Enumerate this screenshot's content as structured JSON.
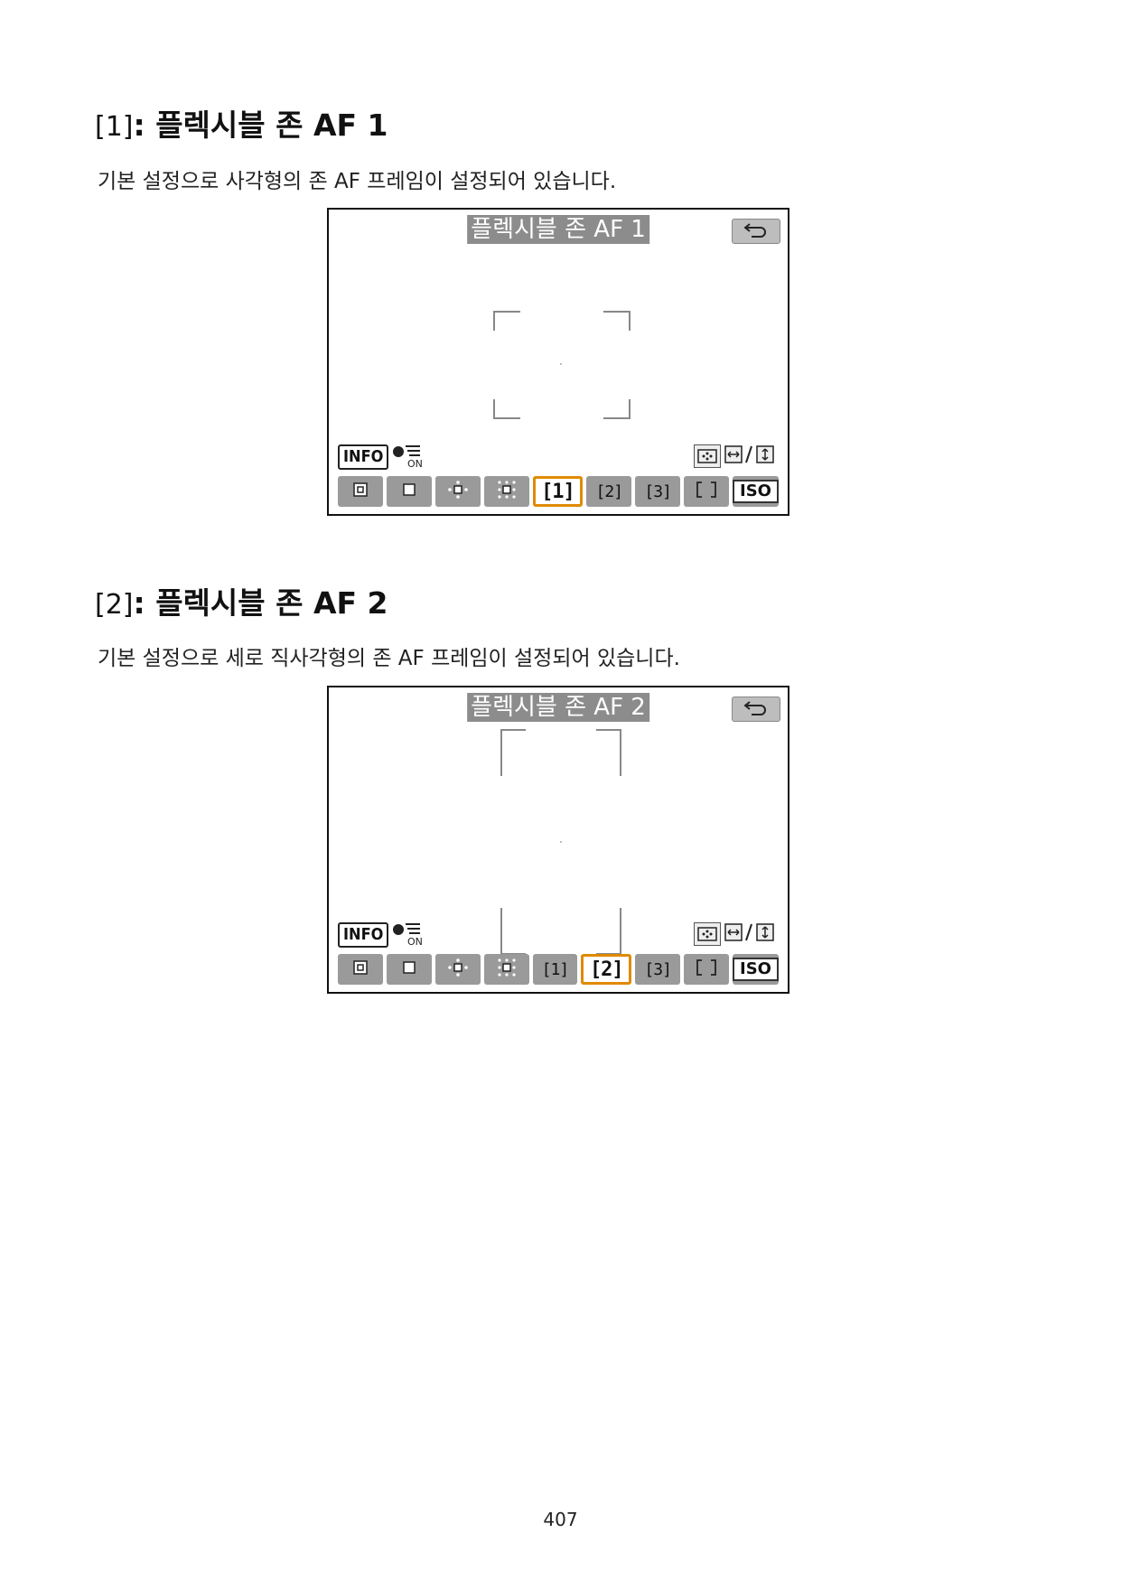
{
  "sections": [
    {
      "bracket": "[1]",
      "title": "플렉시블 존 AF 1",
      "description": "기본 설정으로 사각형의 존 AF 프레임이 설정되어 있습니다.",
      "screen": {
        "title": "플렉시블 존 AF 1",
        "info_label": "INFO",
        "iso_label": "ISO",
        "tools": [
          "[1]",
          "[2]",
          "[3]"
        ],
        "selected_tool": "[1]"
      }
    },
    {
      "bracket": "[2]",
      "title": "플렉시블 존 AF 2",
      "description": "기본 설정으로 세로 직사각형의 존 AF 프레임이 설정되어 있습니다.",
      "screen": {
        "title": "플렉시블 존 AF 2",
        "info_label": "INFO",
        "iso_label": "ISO",
        "tools": [
          "[1]",
          "[2]",
          "[3]"
        ],
        "selected_tool": "[2]"
      }
    }
  ],
  "icons": [
    "back-icon",
    "dot-menu-icon",
    "af-point-icon",
    "frame-move-icon",
    "spot-af-icon",
    "single-point-af-icon",
    "expand-cross-icon",
    "expand-surround-icon",
    "whole-area-icon"
  ],
  "colors": {
    "selection": "#e08a00",
    "title_bg": "#8c8c8c",
    "tool_bg": "#9a9a9a"
  },
  "page_number": "407"
}
